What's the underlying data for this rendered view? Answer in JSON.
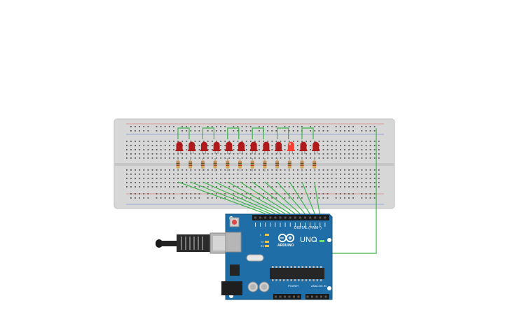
{
  "canvas": {
    "background": "#ffffff"
  },
  "breadboard": {
    "color": "#d7d7d7",
    "hole_color": "#5a5a5a"
  },
  "leds": {
    "count": 12,
    "lit_index": 9,
    "off_color": "#b11a1a",
    "lit_color": "#ff3b30"
  },
  "resistors": {
    "count": 12,
    "body_color": "#d9b57a"
  },
  "wires": {
    "color": "#3cb44a"
  },
  "arduino": {
    "board_color": "#1f6ea8",
    "logo": "ARDUINO",
    "model": "UNO",
    "digital_label": "DIGITAL (PWM~)",
    "power_label": "POWER",
    "analog_label": "ANALOG IN",
    "on_label": "ON",
    "tx_label": "TX",
    "rx_label": "RX",
    "l_label": "L"
  }
}
